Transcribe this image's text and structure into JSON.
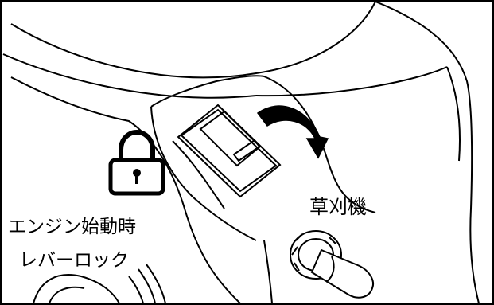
{
  "labels": {
    "mower": "草刈機",
    "engine_start_lock_line1": "エンジン始動時",
    "engine_start_lock_line2": "レバーロック"
  },
  "icons": {
    "lock": "padlock-icon",
    "rotation": "curved-arrow-icon"
  },
  "colors": {
    "line": "#000000",
    "background": "#ffffff"
  }
}
